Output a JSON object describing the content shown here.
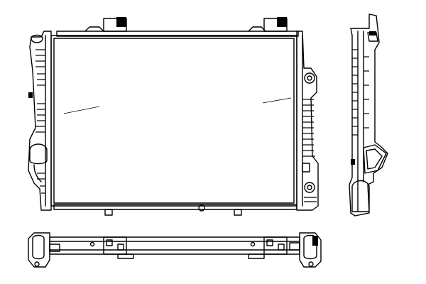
{
  "figure": {
    "subject": "radiator",
    "views": [
      "front",
      "side",
      "bottom"
    ]
  },
  "colors": {
    "line": "#000000",
    "background": "#ffffff"
  }
}
